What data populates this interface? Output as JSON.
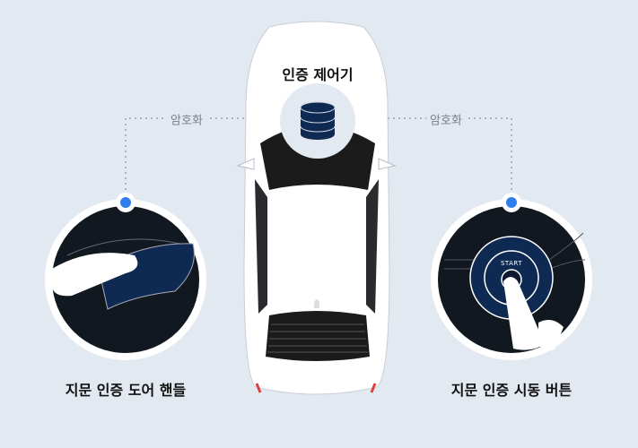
{
  "center": {
    "title": "인증 제어기",
    "icon": "database-icon"
  },
  "links": {
    "left_label": "암호화",
    "right_label": "암호화"
  },
  "left": {
    "caption": "지문 인증 도어 핸들",
    "icon": "door-handle-icon"
  },
  "right": {
    "caption": "지문 인증 시동 버튼",
    "button_text": "START",
    "icon": "start-button-icon"
  },
  "colors": {
    "background": "#e3e9f1",
    "navy": "#0f2a52",
    "dark": "#111820",
    "dot": "#2f7ef0"
  }
}
